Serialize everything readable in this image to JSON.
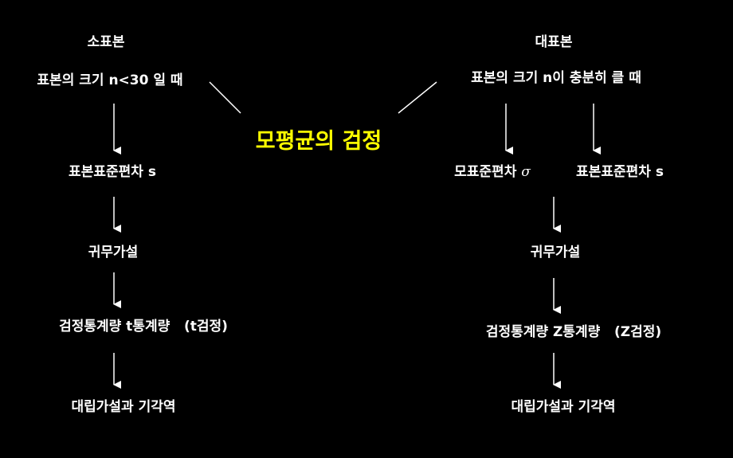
{
  "center_title": "모평균의 검정",
  "colors": {
    "background": "#000000",
    "text": "#ffffff",
    "title": "#ffff00",
    "lines": "#ffffff"
  },
  "left": {
    "heading": "소표본",
    "condition": "표본의 크기 n<30 일 때",
    "step1": "표본표준편차 s",
    "step2": "귀무가설",
    "step3": "검정통계량 t통계량   (t검정)",
    "step4": "대립가설과 기각역"
  },
  "right": {
    "heading": "대표본",
    "condition": "표본의 크기 n이 충분히 클 때",
    "step1a_text": "모표준편차 ",
    "step1a_symbol": "σ",
    "step1b": "표본표준편차 s",
    "step2": "귀무가설",
    "step3": "검정통계량 Z통계량   (Z검정)",
    "step4": "대립가설과 기각역"
  }
}
